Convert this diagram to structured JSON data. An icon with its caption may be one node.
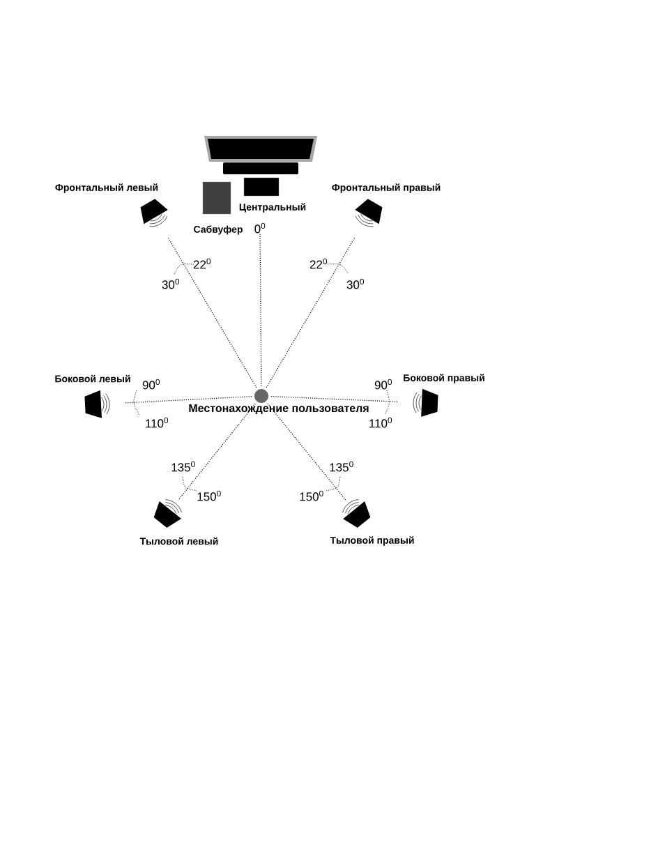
{
  "diagram": {
    "nodes": [
      {
        "text": [
          "Фронтальный левый"
        ]
      },
      {
        "text": [
          "Сабвуфер"
        ]
      },
      {
        "text": [
          "Центральный"
        ]
      },
      {
        "text": [
          "Фронтальный правый"
        ]
      },
      {
        "text": [
          "Боковой левый"
        ]
      },
      {
        "text": [],
        "shape": "circle",
        "beside": [
          "Местонахождение пользователя"
        ]
      },
      {
        "text": [
          "Боковой правый"
        ]
      },
      {
        "text": [
          "Тыловой левый"
        ]
      },
      {
        "text": [
          "Тыловой правый"
        ]
      },
      {
        "text": [
          "0$^{0}$"
        ]
      }
    ],
    "edges": [
      {
        "from": 5,
        "to": 0,
        "arrow": "none"
      },
      {
        "from": 5,
        "to": 9,
        "arrow": "none"
      },
      {
        "from": 5,
        "to": 3,
        "arrow": "none"
      },
      {
        "from": 5,
        "to": 4,
        "arrow": "none"
      },
      {
        "from": 5,
        "to": 6,
        "arrow": "none"
      },
      {
        "from": 5,
        "to": 7,
        "arrow": "none"
      },
      {
        "from": 5,
        "to": 8,
        "arrow": "none"
      }
    ],
    "labels": [
      "22$^{0}$",
      "22$^{0}$",
      "30$^{0}$",
      "30$^{0}$",
      "90$^{0}$",
      "90$^{0}$",
      "110$^{0}$",
      "110$^{0}$",
      "135$^{0}$",
      "135$^{0}$",
      "150$^{0}$",
      "150$^{0}$"
    ]
  }
}
